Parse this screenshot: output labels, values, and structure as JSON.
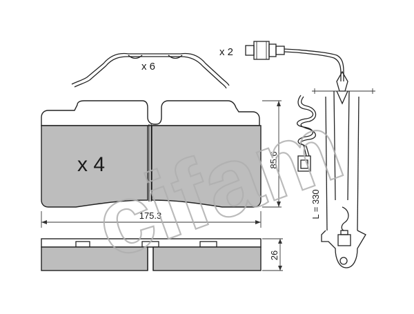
{
  "labels": {
    "clip_qty": "x 6",
    "sensor_qty": "x 2",
    "pad_qty": "x 4",
    "width_dim": "175.3",
    "height_dim": "85.6",
    "thickness_dim": "26",
    "cable_length": "L = 330"
  },
  "watermark": "cifam",
  "colors": {
    "pad_fill": "#bdbdbd",
    "line": "#222222",
    "watermark": "#b0b0b0"
  }
}
